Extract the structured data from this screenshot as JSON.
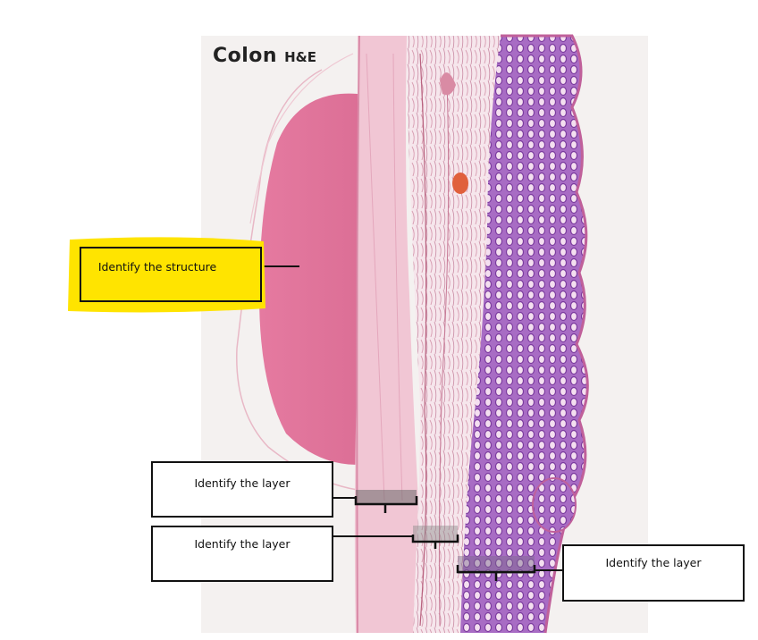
{
  "image": {
    "title": "Colon",
    "stain": "H&E"
  },
  "labels": [
    {
      "id": "structure",
      "text": "Identify the structure",
      "highlight": "#ffe400"
    },
    {
      "id": "layer_1",
      "text": "Identify the layer"
    },
    {
      "id": "layer_2",
      "text": "Identify the layer"
    },
    {
      "id": "layer_3",
      "text": "Identify the layer"
    }
  ],
  "colors": {
    "highlight": "#ffe400",
    "tissue_pink": "#e27ba0",
    "tissue_light": "#f2c6d4",
    "mucosa_purple": "#9a56b8",
    "outline": "#111111"
  }
}
